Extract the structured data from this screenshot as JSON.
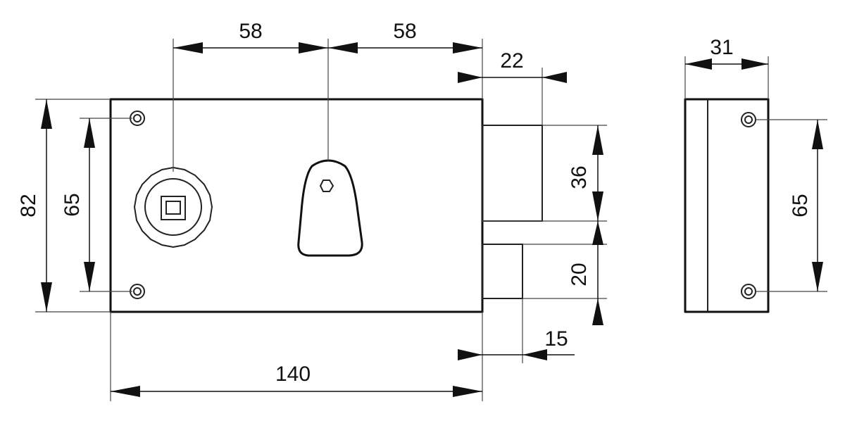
{
  "dimensions": {
    "spindle_to_key": "58",
    "key_to_edge": "58",
    "bolt_projection": "22",
    "case_width": "140",
    "case_height": "82",
    "hole_spacing_front": "65",
    "deadbolt_height": "36",
    "latch_height": "20",
    "latch_projection": "15",
    "case_depth": "31",
    "hole_spacing_side": "65"
  }
}
